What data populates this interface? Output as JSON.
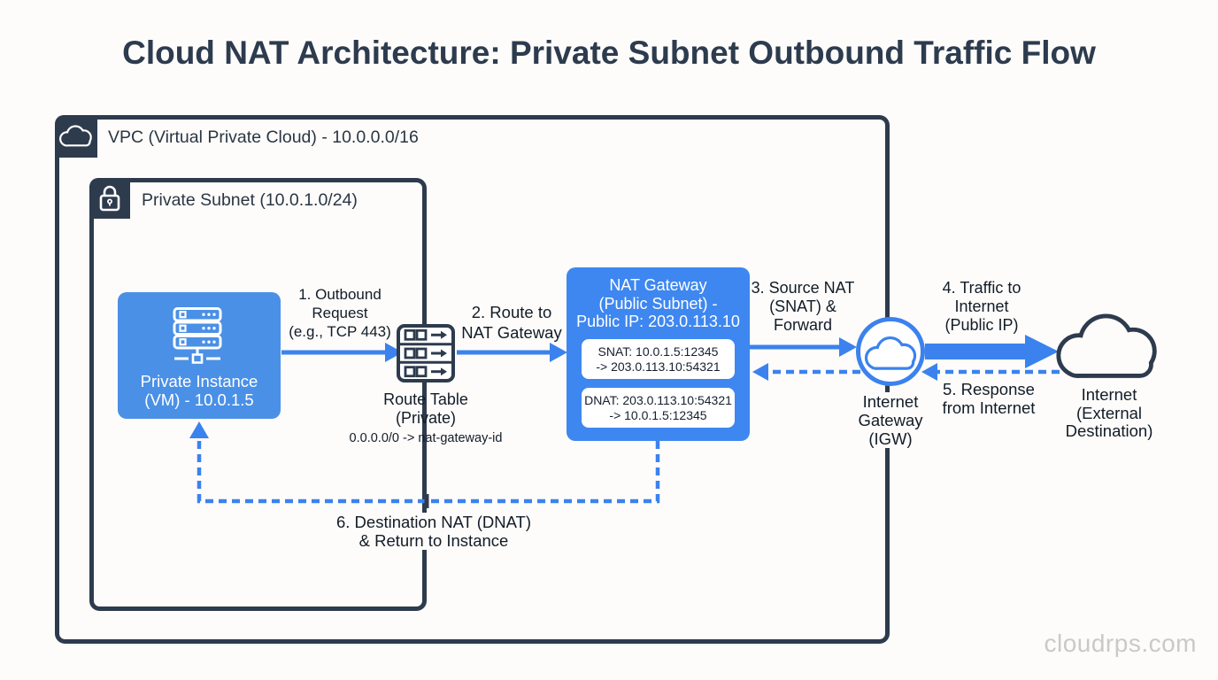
{
  "title": "Cloud NAT Architecture: Private Subnet Outbound Traffic Flow",
  "watermark": "cloudrps.com",
  "colors": {
    "accent_blue": "#3b82ee",
    "dark_navy": "#2d3b4d",
    "box_blue": "#3e87f0"
  },
  "vpc": {
    "label": "VPC (Virtual Private Cloud) - 10.0.0.0/16",
    "icon": "cloud-icon"
  },
  "subnet": {
    "label": "Private Subnet (10.0.1.0/24)",
    "icon": "lock-icon"
  },
  "instance": {
    "label": "Private Instance\n(VM) - 10.0.1.5",
    "icon": "server-icon"
  },
  "route_table": {
    "label": "Route Table\n(Private)",
    "rule": "0.0.0.0/0 -> nat-gateway-id",
    "icon": "route-table-icon"
  },
  "nat_gateway": {
    "title": "NAT Gateway\n(Public Subnet) -\nPublic IP: 203.0.113.10",
    "snat": "SNAT: 10.0.1.5:12345\n-> 203.0.113.10:54321",
    "dnat": "DNAT: 203.0.113.10:54321\n-> 10.0.1.5:12345"
  },
  "igw": {
    "label": "Internet\nGateway\n(IGW)",
    "icon": "cloud-icon"
  },
  "internet": {
    "label": "Internet\n(External\nDestination)",
    "icon": "cloud-icon"
  },
  "steps": {
    "s1": "1. Outbound\nRequest\n(e.g., TCP 443)",
    "s2": "2. Route to\nNAT Gateway",
    "s3": "3. Source NAT\n(SNAT) &\nForward",
    "s4": "4. Traffic to\nInternet\n(Public IP)",
    "s5": "5. Response\nfrom Internet",
    "s6": "6. Destination NAT (DNAT)\n& Return to Instance"
  }
}
